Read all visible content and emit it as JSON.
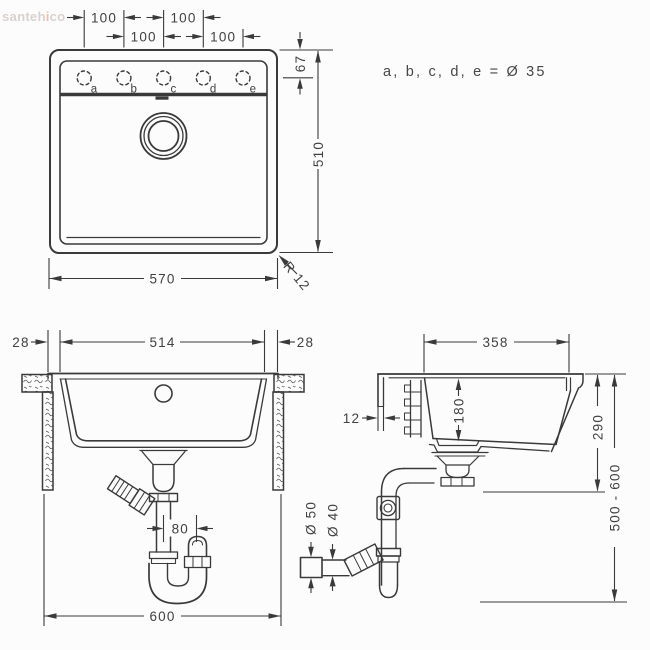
{
  "watermark": {
    "part1": "santeh",
    "part2": "i",
    "part3": "co"
  },
  "annotation": "a, b, c, d, e = Ø 35",
  "colors": {
    "line": "#3a3a3a",
    "text": "#414141",
    "background": "#fcfcfc",
    "watermark": "#d9d2cf",
    "watermark_accent": "#ecc3a6"
  },
  "top_view": {
    "holes": [
      "a",
      "b",
      "c",
      "d",
      "e"
    ],
    "dim_hole_ab": "100",
    "dim_hole_cd": "100",
    "dim_hole_bc": "100",
    "dim_hole_de": "100",
    "dim_hole_offset": "67",
    "dim_depth": "510",
    "dim_width": "570",
    "dim_corner_radius": "R 12"
  },
  "front_view": {
    "dim_left_rim": "28",
    "dim_inner_width": "514",
    "dim_right_rim": "28",
    "dim_trap_offset": "80",
    "dim_cabinet_width": "600"
  },
  "side_view": {
    "dim_inner_depth": "358",
    "dim_front_rim": "12",
    "dim_bowl_depth": "180",
    "dim_outlet_height": "290",
    "dim_floor_distance": "500 - 600",
    "dim_outlet_50": "Ø 50",
    "dim_outlet_40": "Ø 40"
  }
}
